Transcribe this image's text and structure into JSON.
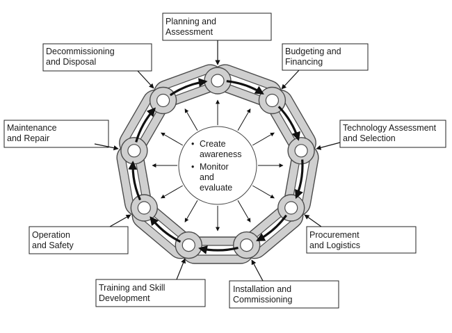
{
  "center": {
    "bullet": "•",
    "item1": [
      "Create",
      "awareness"
    ],
    "item2": [
      "Monitor",
      "and",
      "evaluate"
    ]
  },
  "stages": [
    {
      "id": "planning",
      "lines": [
        "Planning and",
        "Assessment"
      ]
    },
    {
      "id": "budgeting",
      "lines": [
        "Budgeting and",
        "Financing"
      ]
    },
    {
      "id": "technology",
      "lines": [
        "Technology Assessment",
        "and Selection"
      ]
    },
    {
      "id": "procurement",
      "lines": [
        "Procurement",
        "and Logistics"
      ]
    },
    {
      "id": "installation",
      "lines": [
        "Installation and",
        "Commissioning"
      ]
    },
    {
      "id": "training",
      "lines": [
        "Training and Skill",
        "Development"
      ]
    },
    {
      "id": "operation",
      "lines": [
        "Operation",
        "and Safety"
      ]
    },
    {
      "id": "maintenance",
      "lines": [
        "Maintenance",
        "and Repair"
      ]
    },
    {
      "id": "decommissioning",
      "lines": [
        "Decommissioning",
        "and Disposal"
      ]
    }
  ],
  "colors": {
    "chain_fill": "#cfcfcf",
    "chain_stroke": "#4a4a4a",
    "arrow": "#111111",
    "box_stroke": "#222222"
  }
}
